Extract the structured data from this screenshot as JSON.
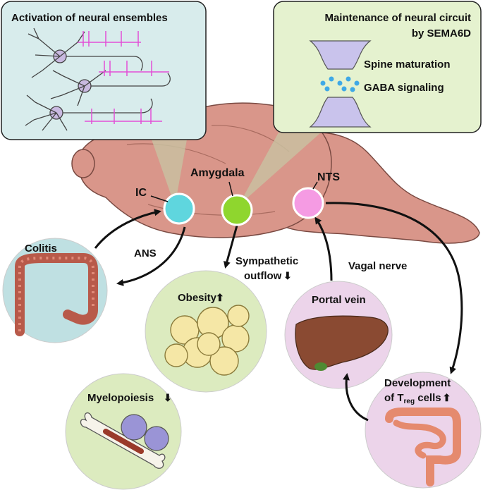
{
  "callouts": {
    "activation": {
      "title": "Activation of neural ensembles"
    },
    "maintenance": {
      "title_line1": "Maintenance of neural circuit",
      "title_line2": "by SEMA6D",
      "item1": "Spine maturation",
      "item2": "GABA signaling"
    }
  },
  "regions": {
    "ic": {
      "label": "IC",
      "color": "#5fd6de"
    },
    "amygdala": {
      "label": "Amygdala",
      "color": "#8fd62e"
    },
    "nts": {
      "label": "NTS",
      "color": "#f59be3"
    }
  },
  "pathways": {
    "ans": "ANS",
    "sympathetic_line1": "Sympathetic",
    "sympathetic_line2": "outflow",
    "vagal": "Vagal nerve"
  },
  "organs": {
    "colitis": "Colitis",
    "obesity": "Obesity",
    "myelopoiesis": "Myelopoiesis",
    "portal_vein": "Portal vein",
    "treg_line1": "Development",
    "treg_line2_prefix": "of T",
    "treg_sub": "reg",
    "treg_line2_suffix": " cells"
  },
  "indicators": {
    "up": "⬆",
    "down": "⬇"
  },
  "colors": {
    "callout_left_bg": "#d8ecec",
    "callout_right_bg": "#e5f2cf",
    "brain": "#d9968a",
    "colitis_bg": "#bfe0e2",
    "obesity_bg": "#dcebbf",
    "myelo_bg": "#dcebbf",
    "portal_bg": "#ecd4ea",
    "treg_bg": "#ecd4ea",
    "neuron_accent": "#e24fd6",
    "vesicle": "#3fa9e6"
  }
}
